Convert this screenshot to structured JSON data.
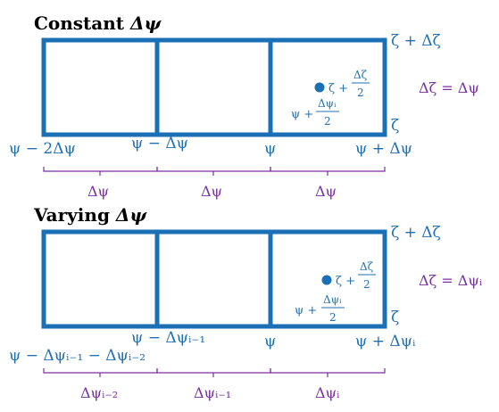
{
  "colors": {
    "box_stroke": "#1b6fb5",
    "label_blue": "#1f6fb4",
    "label_purple": "#7b2fa0",
    "title": "#000000"
  },
  "constant": {
    "title_plain": "Constant ",
    "title_math": "Δψ",
    "top_right": "ζ + Δζ",
    "bottom_right": "ζ",
    "relation": "Δζ = Δψ",
    "x_labels": [
      "ψ − 2Δψ",
      "ψ − Δψ",
      "ψ",
      "ψ + Δψ"
    ],
    "brace_labels": [
      "Δψ",
      "Δψ",
      "Δψ"
    ],
    "point_label_zeta": "ζ +",
    "point_frac_zeta_num": "Δζ",
    "point_frac_zeta_den": "2",
    "point_label_psi": "ψ +",
    "point_frac_psi_num": "Δψᵢ",
    "point_frac_psi_den": "2"
  },
  "varying": {
    "title_plain": "Varying ",
    "title_math": "Δψ",
    "top_right": "ζ + Δζ",
    "bottom_right": "ζ",
    "relation": "Δζ = Δψᵢ",
    "x_labels": [
      "ψ − Δψᵢ₋₁ − Δψᵢ₋₂",
      "ψ − Δψᵢ₋₁",
      "ψ",
      "ψ + Δψᵢ"
    ],
    "brace_labels": [
      "Δψᵢ₋₂",
      "Δψᵢ₋₁",
      "Δψᵢ"
    ],
    "point_label_zeta": "ζ +",
    "point_frac_zeta_num": "Δζ",
    "point_frac_zeta_den": "2",
    "point_label_psi": "ψ +",
    "point_frac_psi_num": "Δψᵢ",
    "point_frac_psi_den": "2"
  }
}
